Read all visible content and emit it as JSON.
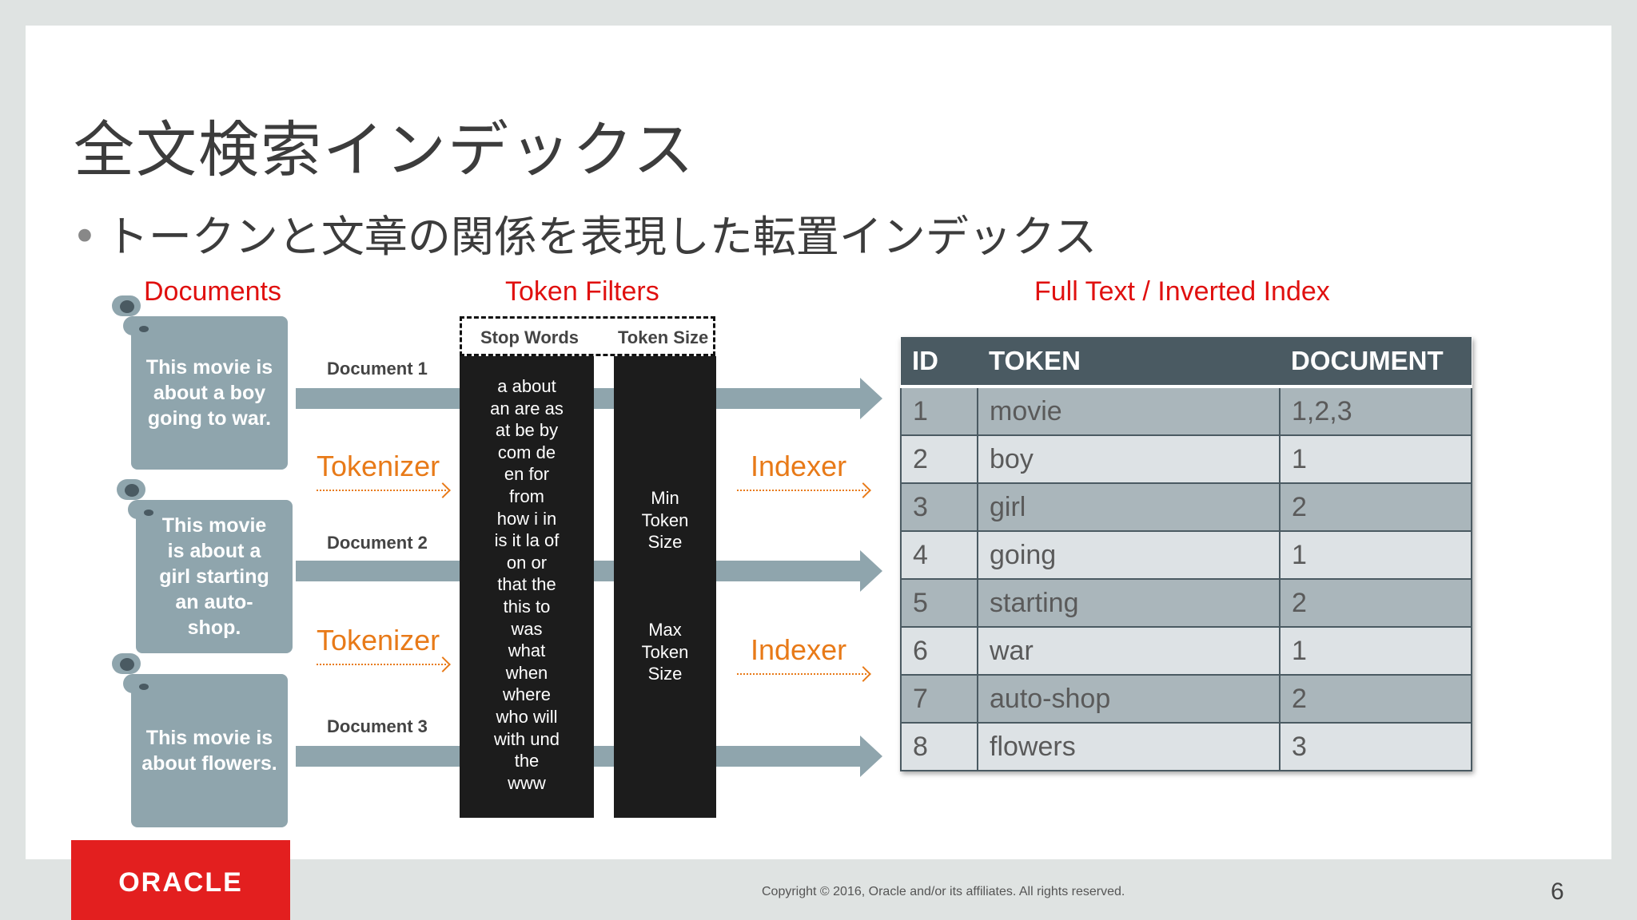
{
  "slide": {
    "title": "全文検索インデックス",
    "bullet": "トークンと文章の関係を表現した転置インデックス",
    "bullet_marker": "•"
  },
  "sections": {
    "documents": "Documents",
    "token_filters": "Token Filters",
    "index": "Full Text / Inverted Index"
  },
  "documents": [
    {
      "label": "Document 1",
      "text": "This movie is about a boy going to war."
    },
    {
      "label": "Document 2",
      "text": "This movie is about a girl starting an auto-shop."
    },
    {
      "label": "Document 3",
      "text": "This movie is about flowers."
    }
  ],
  "tokenizer_label": "Tokenizer",
  "indexer_label": "Indexer",
  "filters": {
    "stop_words_header": "Stop Words",
    "token_size_header": "Token Size",
    "stop_words": [
      "a about",
      "an are as",
      "at be by",
      "com de",
      "en for",
      "from",
      "how i in",
      "is it la of",
      "on or",
      "that the",
      "this to",
      "was",
      "what",
      "when",
      "where",
      "who will",
      "with und",
      "the",
      "www"
    ],
    "min_size": [
      "Min",
      "Token",
      "Size"
    ],
    "max_size": [
      "Max",
      "Token",
      "Size"
    ]
  },
  "index_table": {
    "headers": [
      "ID",
      "TOKEN",
      "DOCUMENT"
    ],
    "rows": [
      [
        "1",
        "movie",
        "1,2,3"
      ],
      [
        "2",
        "boy",
        "1"
      ],
      [
        "3",
        "girl",
        "2"
      ],
      [
        "4",
        "going",
        "1"
      ],
      [
        "5",
        "starting",
        "2"
      ],
      [
        "6",
        "war",
        "1"
      ],
      [
        "7",
        "auto-shop",
        "2"
      ],
      [
        "8",
        "flowers",
        "3"
      ]
    ]
  },
  "footer": {
    "logo": "ORACLE",
    "copyright": "Copyright © 2016, Oracle and/or its affiliates. All rights reserved.",
    "page_number": "6"
  },
  "colors": {
    "section_red": "#e0100f",
    "tokenizer_orange": "#e87a18",
    "scroll_gray": "#8fa5ad",
    "table_header": "#4a5a62",
    "oracle_red": "#e31f1f"
  }
}
